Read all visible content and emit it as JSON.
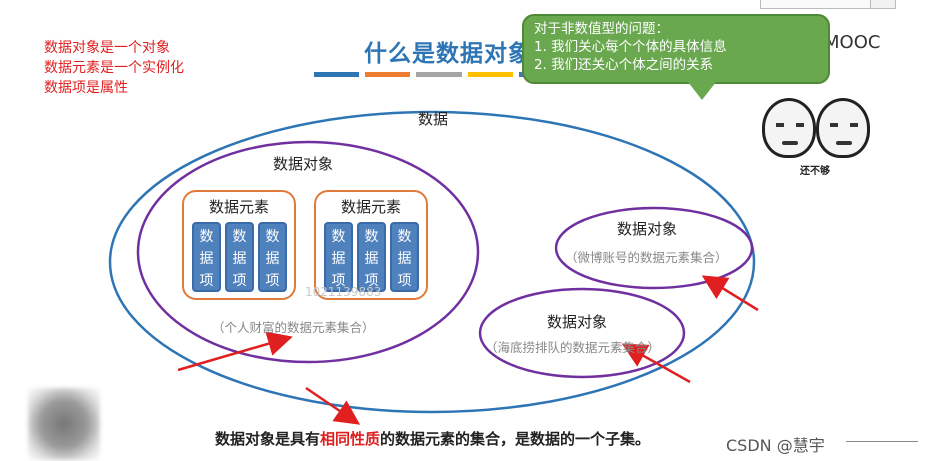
{
  "notes": [
    "数据对象是一个对象",
    "数据元素是一个实例化",
    "数据项是属性"
  ],
  "title": "什么是数据对象",
  "color_bar": [
    "#2e75b6",
    "#ed7d31",
    "#a5a5a5",
    "#ffc000",
    "#4472c4"
  ],
  "brand": "中国大学MOOC",
  "bubble": {
    "line1": "对于非数值型的问题：",
    "line2": "1. 我们关心每个个体的具体信息",
    "line3": "2. 我们还关心个体之间的关系"
  },
  "meme_caption": "还不够",
  "diagram": {
    "outer_label": "数据",
    "big_object": {
      "label": "数据对象",
      "caption": "（个人财富的数据元素集合）",
      "elements": [
        {
          "label": "数据元素",
          "items": [
            "数据项",
            "数据项",
            "数据项"
          ]
        },
        {
          "label": "数据元素",
          "items": [
            "数据项",
            "数据项",
            "数据项"
          ]
        }
      ]
    },
    "object_weibo": {
      "label": "数据对象",
      "caption": "（微博账号的数据元素集合）"
    },
    "object_haidilao": {
      "label": "数据对象",
      "caption": "（海底捞排队的数据元素集合）"
    }
  },
  "watermark": "1021139883",
  "summary": {
    "part1": "数据对象是具有",
    "highlight": "相同性质",
    "part2": "的数据元素的集合，是数据的一个子集。"
  },
  "credit": "CSDN @慧宇",
  "colors": {
    "outer_ellipse": "#2e75b6",
    "object_ellipse": "#7030a0",
    "element_border": "#e07b3a",
    "item_fill": "#4f81bd",
    "arrow": "#e02020",
    "bubble": "#6aa84f"
  }
}
